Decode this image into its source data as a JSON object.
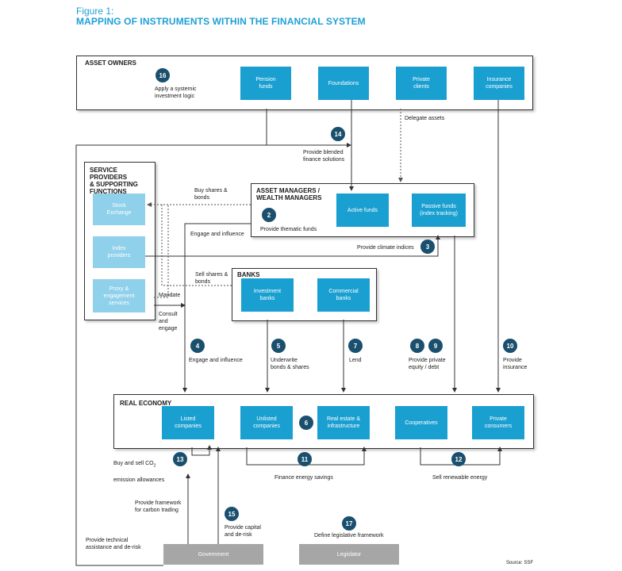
{
  "figure": {
    "label": "Figure 1:",
    "title": "MAPPING OF INSTRUMENTS WITHIN THE FINANCIAL SYSTEM",
    "source": "Source: SSF"
  },
  "groups": {
    "asset_owners": "ASSET OWNERS",
    "service_providers": "SERVICE PROVIDERS\n& SUPPORTING\nFUNCTIONS",
    "asset_managers": "ASSET MANAGERS /\nWEALTH MANAGERS",
    "banks": "BANKS",
    "real_economy": "REAL ECONOMY"
  },
  "nodes": {
    "pension_funds": "Pension\nfunds",
    "foundations": "Foundations",
    "private_clients": "Private\nclients",
    "insurance_companies": "Insurance\ncompanies",
    "stock_exchange": "Stock\nExchange",
    "index_providers": "Index\nproviders",
    "proxy_engagement": "Proxy &\nengagement\nservices",
    "active_funds": "Active funds",
    "passive_funds": "Passive funds\n(index tracking)",
    "investment_banks": "Investment\nbanks",
    "commercial_banks": "Commercial\nbanks",
    "listed_companies": "Listed\ncompanies",
    "unlisted_companies": "Unlisted\ncompanies",
    "real_estate": "Real estate &\ninfrastructure",
    "cooperatives": "Cooperatives",
    "private_consumers": "Private\nconsumers",
    "government": "Government",
    "legislator": "Legislator"
  },
  "badges": {
    "b16": "16",
    "b14": "14",
    "b2": "2",
    "b3": "3",
    "b4": "4",
    "b5": "5",
    "b7": "7",
    "b8": "8",
    "b9": "9",
    "b10": "10",
    "b6": "6",
    "b13": "13",
    "b11": "11",
    "b12": "12",
    "b15": "15",
    "b17": "17"
  },
  "labels": {
    "systemic": "Apply a systemic\ninvestment logic",
    "delegate": "Delegate assets",
    "blended": "Provide blended\nfinance solutions",
    "buy_shares": "Buy shares &\nbonds",
    "engage_influence_top": "Engage and influence",
    "thematic": "Provide thematic funds",
    "climate_indices": "Provide climate indices",
    "sell_shares": "Sell shares &\nbonds",
    "mandate": "Mandate",
    "consult": "Consult\nand\nengage",
    "engage_influence": "Engage and influence",
    "underwrite": "Underwrite\nbonds & shares",
    "lend": "Lend",
    "private_equity": "Provide private\nequity / debt",
    "insurance": "Provide\ninsurance",
    "emission_prefix": "Buy and sell CO",
    "emission_sub": "2",
    "emission_suffix": "emission allowances",
    "energy_savings": "Finance energy savings",
    "renewable": "Sell renewable energy",
    "carbon_trading": "Provide framework\nfor carbon trading",
    "capital": "Provide capital\nand de-risk",
    "legislative": "Define legislative framework",
    "technical": "Provide technical\nassistance and de-risk"
  }
}
